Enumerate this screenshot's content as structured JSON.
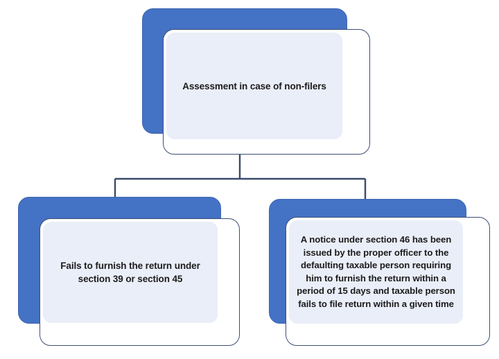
{
  "diagram": {
    "type": "flowchart",
    "orientation": "top-down",
    "title": "Assessment in case of non-filers",
    "background_color": "#FFFFFF",
    "palette": {
      "accent_blue": "#4472C4",
      "card_border": "#3C4E74",
      "panel_fill": "#EAEEF8",
      "card_fill": "#FFFFFF",
      "connector": "#3B4A6B",
      "text": "#1B1B1B"
    },
    "nodes": [
      {
        "id": "root",
        "role": "root",
        "text": "Assessment in case of non-filers"
      },
      {
        "id": "fails",
        "role": "child",
        "text": "Fails to furnish the return under section 39 or section 45"
      },
      {
        "id": "notice",
        "role": "child",
        "text": "A notice under section 46 has been issued by the proper officer to the defaulting taxable person requiring him to furnish the return within a period of 15 days and taxable person fails to file return within a given time"
      }
    ],
    "edges": [
      {
        "from": "root",
        "to": "fails",
        "style": "elbow"
      },
      {
        "from": "root",
        "to": "notice",
        "style": "elbow"
      }
    ]
  }
}
